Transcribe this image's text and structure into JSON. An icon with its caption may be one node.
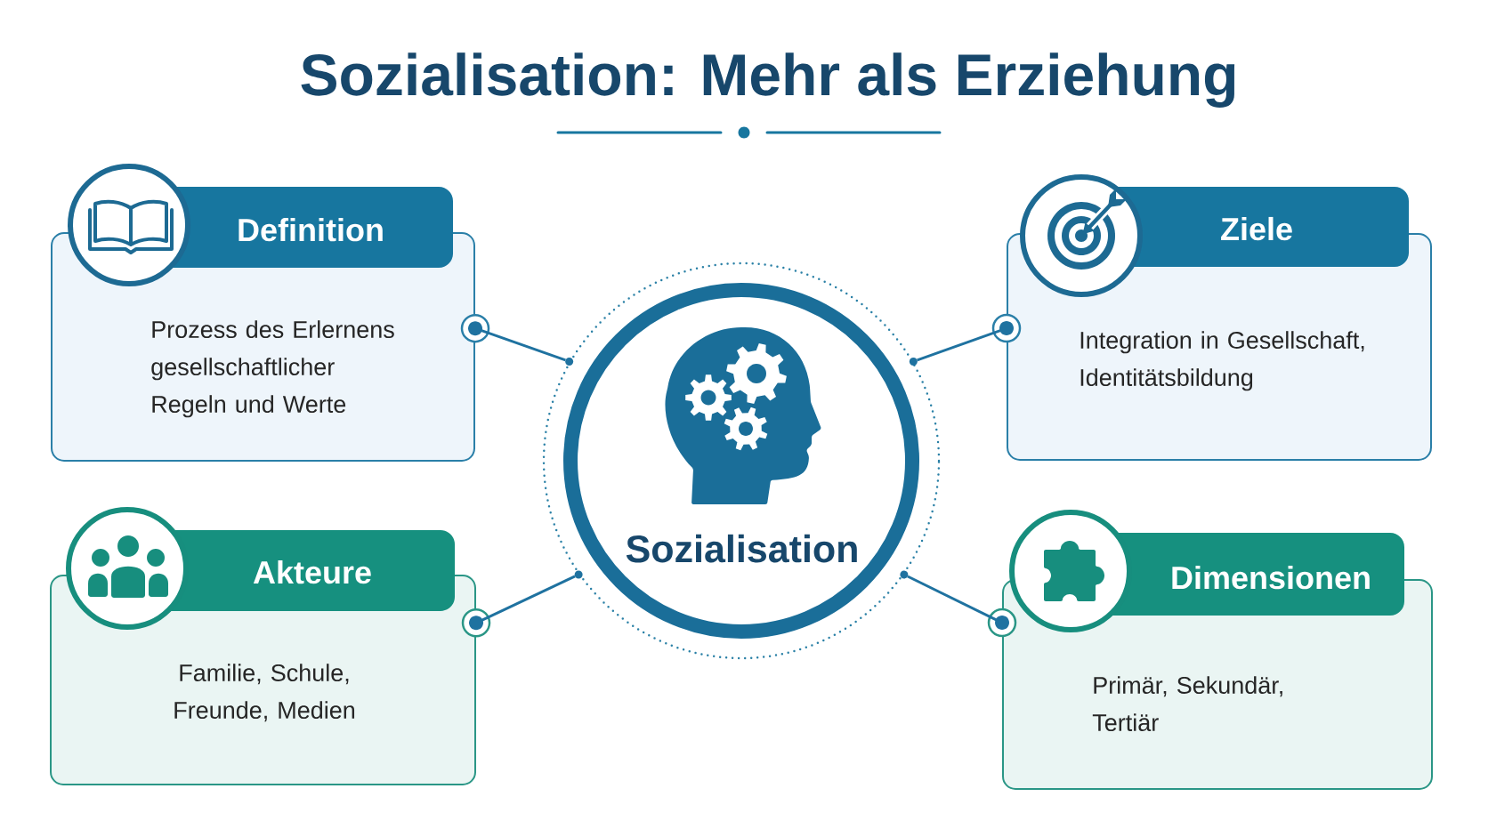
{
  "diagram": {
    "title": "Sozialisation: Mehr als Erziehung",
    "nodes": [
      {
        "text": [
          "Definition",
          "Prozess des Erlernens gesellschaftlicher Regeln und Werte"
        ]
      },
      {
        "text": [
          "Ziele",
          "Integration in Gesellschaft, Identitätsbildung"
        ]
      },
      {
        "text": [
          "Sozialisation"
        ]
      },
      {
        "text": [
          "Akteure",
          "Familie, Schule, Freunde, Medien"
        ]
      },
      {
        "text": [
          "Dimensionen",
          "Primär, Sekundär, Tertiär"
        ]
      }
    ],
    "edges": [
      {
        "from": 2,
        "to": 0,
        "arrow": "other"
      },
      {
        "from": 2,
        "to": 1,
        "arrow": "other"
      },
      {
        "from": 2,
        "to": 3,
        "arrow": "other"
      },
      {
        "from": 2,
        "to": 4,
        "arrow": "other"
      }
    ]
  }
}
